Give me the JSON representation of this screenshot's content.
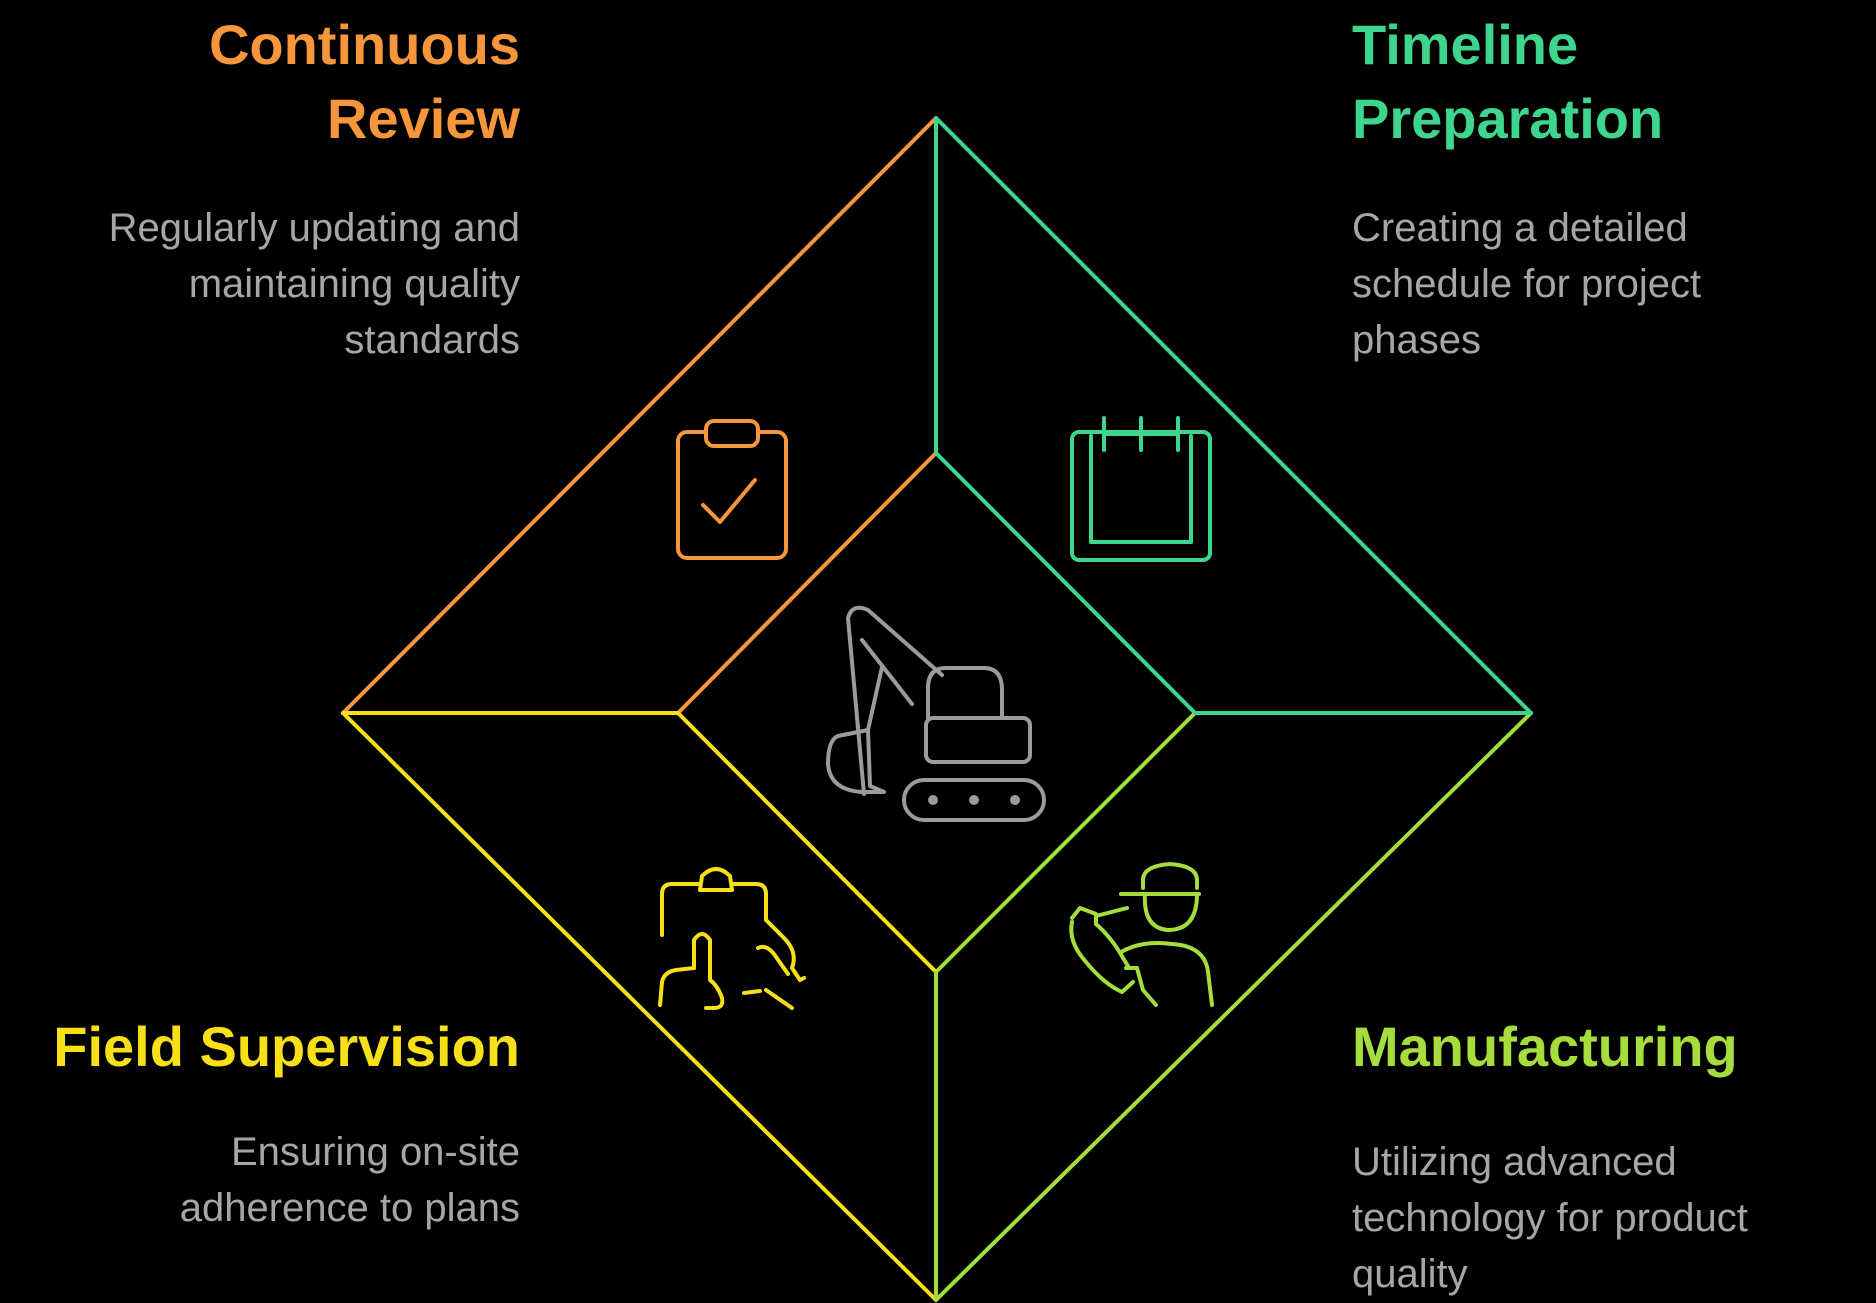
{
  "colors": {
    "orange": "#f7963a",
    "teal": "#3ed68e",
    "yellow": "#f7e017",
    "lime": "#a6dc3c",
    "gray": "#9b9b9b",
    "description": "#a6a6a6",
    "background": "#000000"
  },
  "center": {
    "icon": "excavator-icon"
  },
  "quadrants": {
    "top_left": {
      "title_line1": "Continuous",
      "title_line2": "Review",
      "desc_line1": "Regularly updating and",
      "desc_line2": "maintaining quality",
      "desc_line3": "standards",
      "icon": "clipboard-check-icon",
      "color": "#f7963a"
    },
    "top_right": {
      "title_line1": "Timeline",
      "title_line2": "Preparation",
      "desc_line1": "Creating a detailed",
      "desc_line2": "schedule for project",
      "desc_line3": "phases",
      "icon": "calendar-icon",
      "color": "#3ed68e"
    },
    "bottom_left": {
      "title_line1": "Field Supervision",
      "desc_line1": "Ensuring on-site",
      "desc_line2": "adherence to plans",
      "icon": "hand-clipboard-icon",
      "color": "#f7e017"
    },
    "bottom_right": {
      "title_line1": "Manufacturing",
      "desc_line1": "Utilizing advanced",
      "desc_line2": "technology for product",
      "desc_line3": "quality",
      "icon": "worker-icon",
      "color": "#a6dc3c"
    }
  }
}
